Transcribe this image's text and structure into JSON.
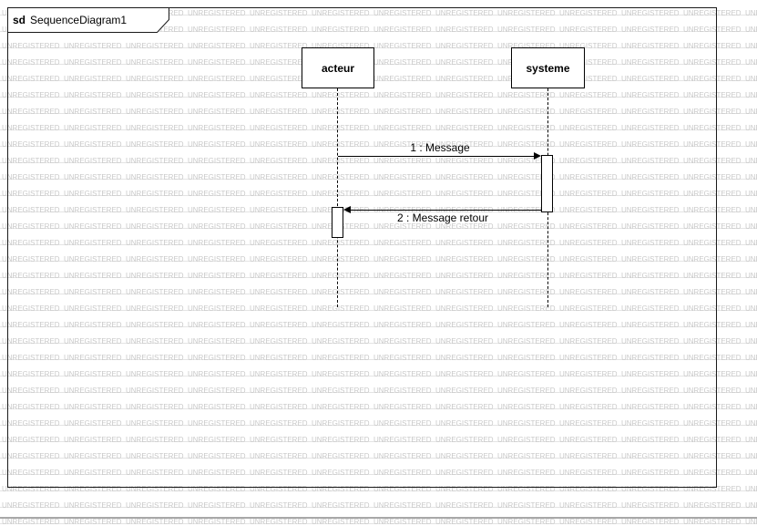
{
  "watermark": {
    "text": "UNREGISTERED"
  },
  "frame": {
    "keyword": "sd",
    "title": "SequenceDiagram1"
  },
  "lifelines": [
    {
      "name": "acteur"
    },
    {
      "name": "systeme"
    }
  ],
  "messages": [
    {
      "label": "1 : Message"
    },
    {
      "label": "2 : Message retour"
    }
  ],
  "colors": {
    "watermark": "#c9c9c9",
    "stroke": "#000000",
    "rule": "#e4e4e4"
  }
}
